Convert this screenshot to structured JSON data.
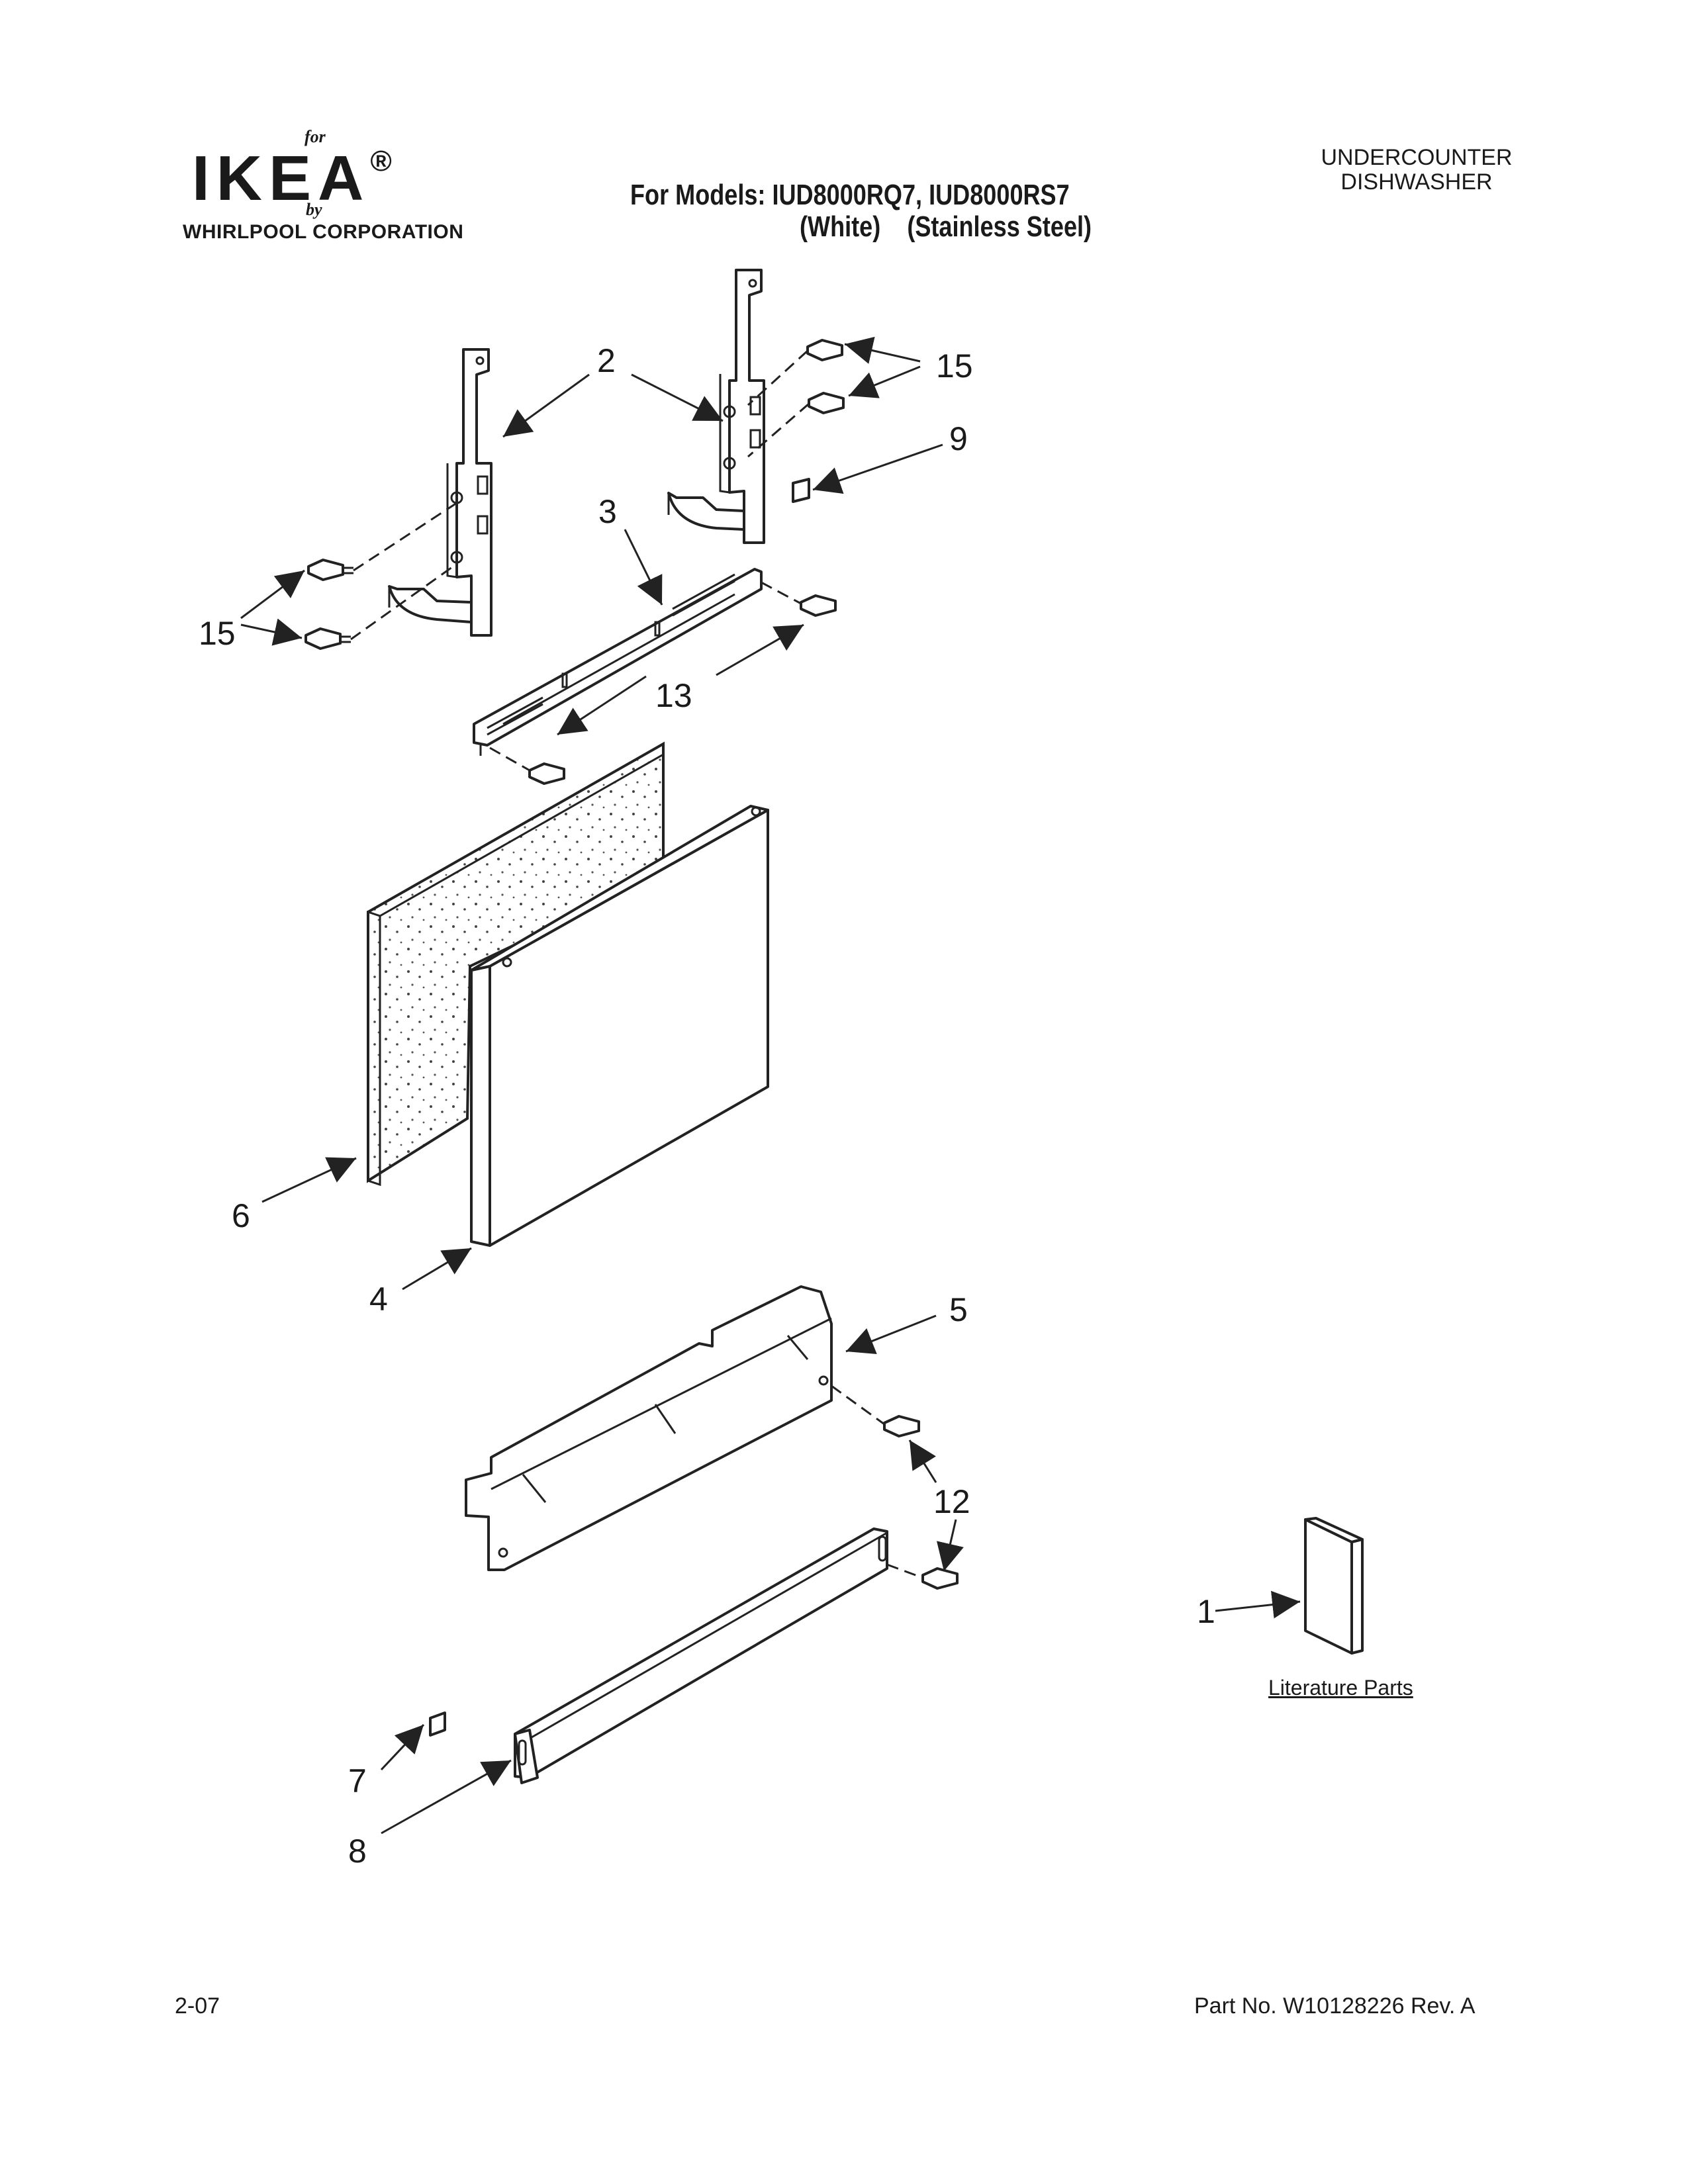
{
  "header": {
    "brand_for": "for",
    "brand_name": "IKEA",
    "brand_mark": "®",
    "brand_by": "by",
    "brand_corp": "WHIRLPOOL CORPORATION",
    "title_line1": "For Models: IUD8000RQ7, IUD8000RS7",
    "title_line2": "(White)    (Stainless Steel)",
    "product_line1": "UNDERCOUNTER",
    "product_line2": "DISHWASHER"
  },
  "callouts": {
    "c1": "1",
    "c2": "2",
    "c3": "3",
    "c4": "4",
    "c5": "5",
    "c6": "6",
    "c7": "7",
    "c8": "8",
    "c9": "9",
    "c12": "12",
    "c13": "13",
    "c15a": "15",
    "c15b": "15"
  },
  "literature_label": "Literature Parts",
  "footer": {
    "date": "2-07",
    "part_no": "Part No. W10128226 Rev. A"
  }
}
